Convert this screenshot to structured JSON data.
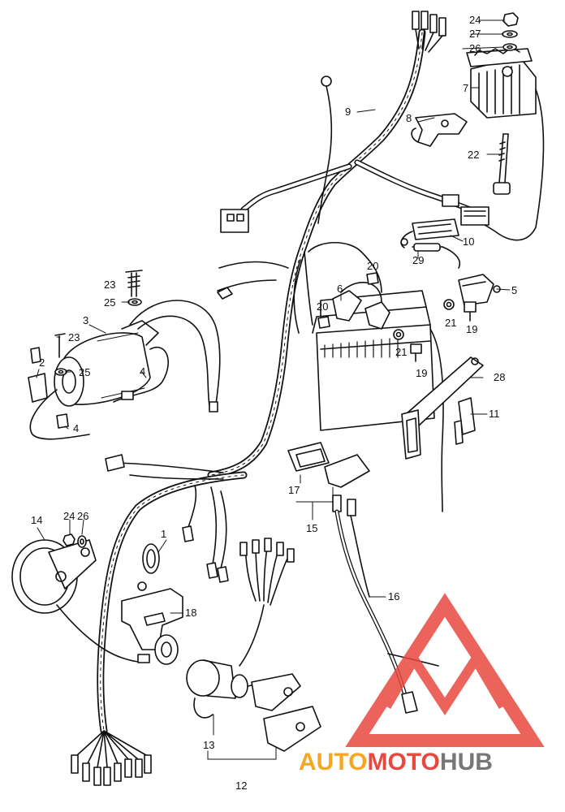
{
  "callouts": [
    {
      "id": "c1",
      "text": "1"
    },
    {
      "id": "c2",
      "text": "2"
    },
    {
      "id": "c3",
      "text": "3"
    },
    {
      "id": "c4a",
      "text": "4"
    },
    {
      "id": "c4b",
      "text": "4"
    },
    {
      "id": "c5",
      "text": "5"
    },
    {
      "id": "c6",
      "text": "6"
    },
    {
      "id": "c7",
      "text": "7"
    },
    {
      "id": "c8",
      "text": "8"
    },
    {
      "id": "c9",
      "text": "9"
    },
    {
      "id": "c10",
      "text": "10"
    },
    {
      "id": "c11",
      "text": "11"
    },
    {
      "id": "c12",
      "text": "12"
    },
    {
      "id": "c13",
      "text": "13"
    },
    {
      "id": "c14",
      "text": "14"
    },
    {
      "id": "c15",
      "text": "15"
    },
    {
      "id": "c16",
      "text": "16"
    },
    {
      "id": "c17",
      "text": "17"
    },
    {
      "id": "c18",
      "text": "18"
    },
    {
      "id": "c19a",
      "text": "19"
    },
    {
      "id": "c19b",
      "text": "19"
    },
    {
      "id": "c20a",
      "text": "20"
    },
    {
      "id": "c20b",
      "text": "20"
    },
    {
      "id": "c21a",
      "text": "21"
    },
    {
      "id": "c21b",
      "text": "21"
    },
    {
      "id": "c22",
      "text": "22"
    },
    {
      "id": "c23a",
      "text": "23"
    },
    {
      "id": "c23b",
      "text": "23"
    },
    {
      "id": "c24a",
      "text": "24"
    },
    {
      "id": "c24b",
      "text": "24"
    },
    {
      "id": "c25a",
      "text": "25"
    },
    {
      "id": "c25b",
      "text": "25"
    },
    {
      "id": "c26a",
      "text": "26"
    },
    {
      "id": "c26b",
      "text": "26"
    },
    {
      "id": "c27",
      "text": "27"
    },
    {
      "id": "c28",
      "text": "28"
    },
    {
      "id": "c29",
      "text": "29"
    }
  ],
  "watermark": {
    "part1": "AUTO",
    "part2": "MOTO",
    "part3": "HUB",
    "color_red": "#e8483f",
    "color_orange": "#f5a623",
    "color_gray": "#777777"
  },
  "colors": {
    "ink": "#111111",
    "paper": "#ffffff"
  }
}
